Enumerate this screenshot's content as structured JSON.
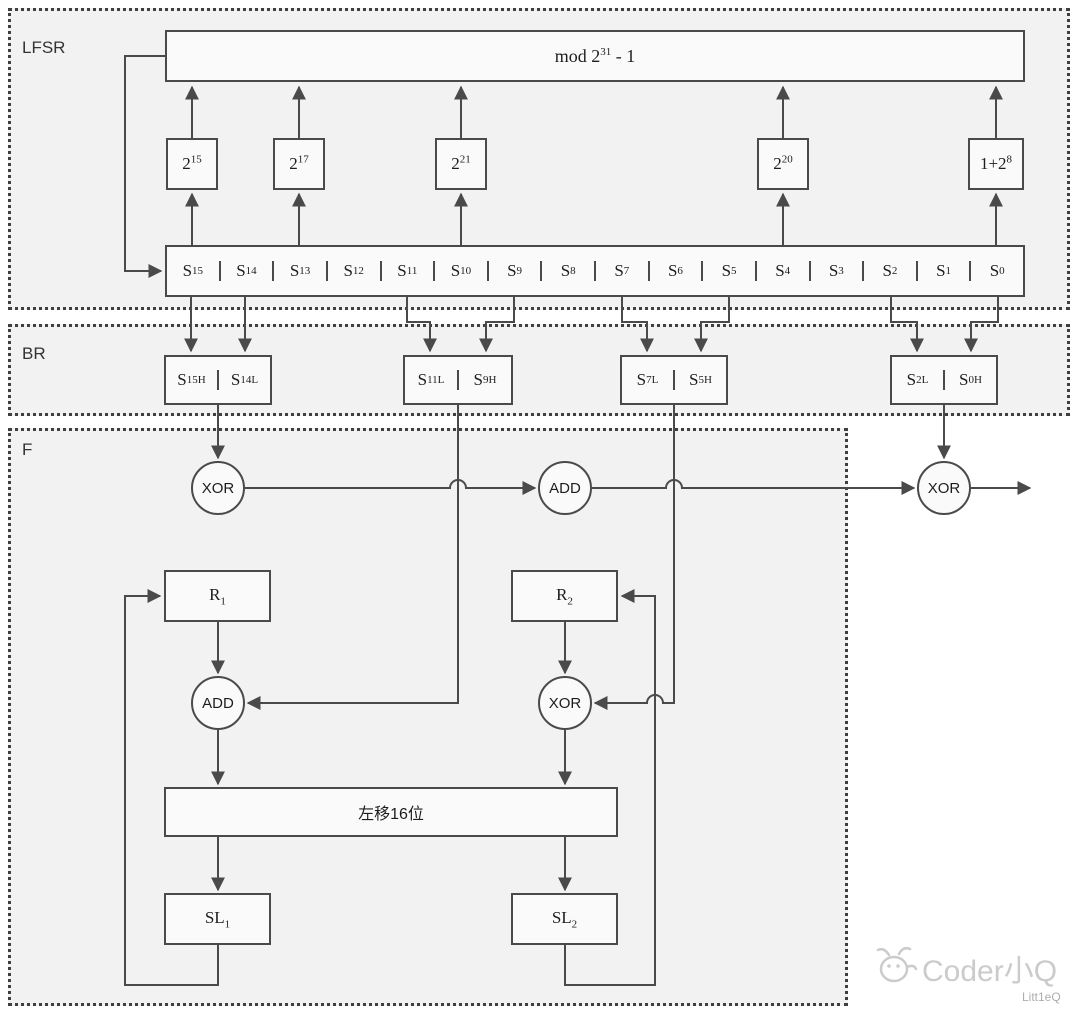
{
  "sections": {
    "lfsr": "LFSR",
    "br": "BR",
    "f": "F"
  },
  "lfsr": {
    "mod_box": {
      "prefix": "mod 2",
      "sup": "31",
      "suffix": " - 1"
    },
    "taps": [
      {
        "base": "2",
        "sup": "15"
      },
      {
        "base": "2",
        "sup": "17"
      },
      {
        "base": "2",
        "sup": "21"
      },
      {
        "base": "2",
        "sup": "20"
      },
      {
        "base": "1+2",
        "sup": "8"
      }
    ],
    "cells": [
      {
        "base": "S",
        "sub": "15"
      },
      {
        "base": "S",
        "sub": "14"
      },
      {
        "base": "S",
        "sub": "13"
      },
      {
        "base": "S",
        "sub": "12"
      },
      {
        "base": "S",
        "sub": "11"
      },
      {
        "base": "S",
        "sub": "10"
      },
      {
        "base": "S",
        "sub": "9"
      },
      {
        "base": "S",
        "sub": "8"
      },
      {
        "base": "S",
        "sub": "7"
      },
      {
        "base": "S",
        "sub": "6"
      },
      {
        "base": "S",
        "sub": "5"
      },
      {
        "base": "S",
        "sub": "4"
      },
      {
        "base": "S",
        "sub": "3"
      },
      {
        "base": "S",
        "sub": "2"
      },
      {
        "base": "S",
        "sub": "1"
      },
      {
        "base": "S",
        "sub": "0"
      }
    ]
  },
  "br": {
    "cells": [
      {
        "base": "S",
        "sub": "15H"
      },
      {
        "base": "S",
        "sub": "14L"
      },
      {
        "base": "S",
        "sub": "11L"
      },
      {
        "base": "S",
        "sub": "9H"
      },
      {
        "base": "S",
        "sub": "7L"
      },
      {
        "base": "S",
        "sub": "5H"
      },
      {
        "base": "S",
        "sub": "2L"
      },
      {
        "base": "S",
        "sub": "0H"
      }
    ]
  },
  "f": {
    "xor_top": "XOR",
    "add_top": "ADD",
    "xor_out": "XOR",
    "r1": {
      "base": "R",
      "sub": "1"
    },
    "r2": {
      "base": "R",
      "sub": "2"
    },
    "add_mid": "ADD",
    "xor_mid": "XOR",
    "shift_label": "左移16位",
    "sl1": {
      "base": "SL",
      "sub": "1"
    },
    "sl2": {
      "base": "SL",
      "sub": "2"
    }
  },
  "watermark": {
    "brand": "Coder小Q",
    "handle": "Litt1eQ"
  },
  "colors": {
    "line": "#4a4a4a",
    "section_bg": "#f2f2f2",
    "box_bg": "#fafafa"
  }
}
